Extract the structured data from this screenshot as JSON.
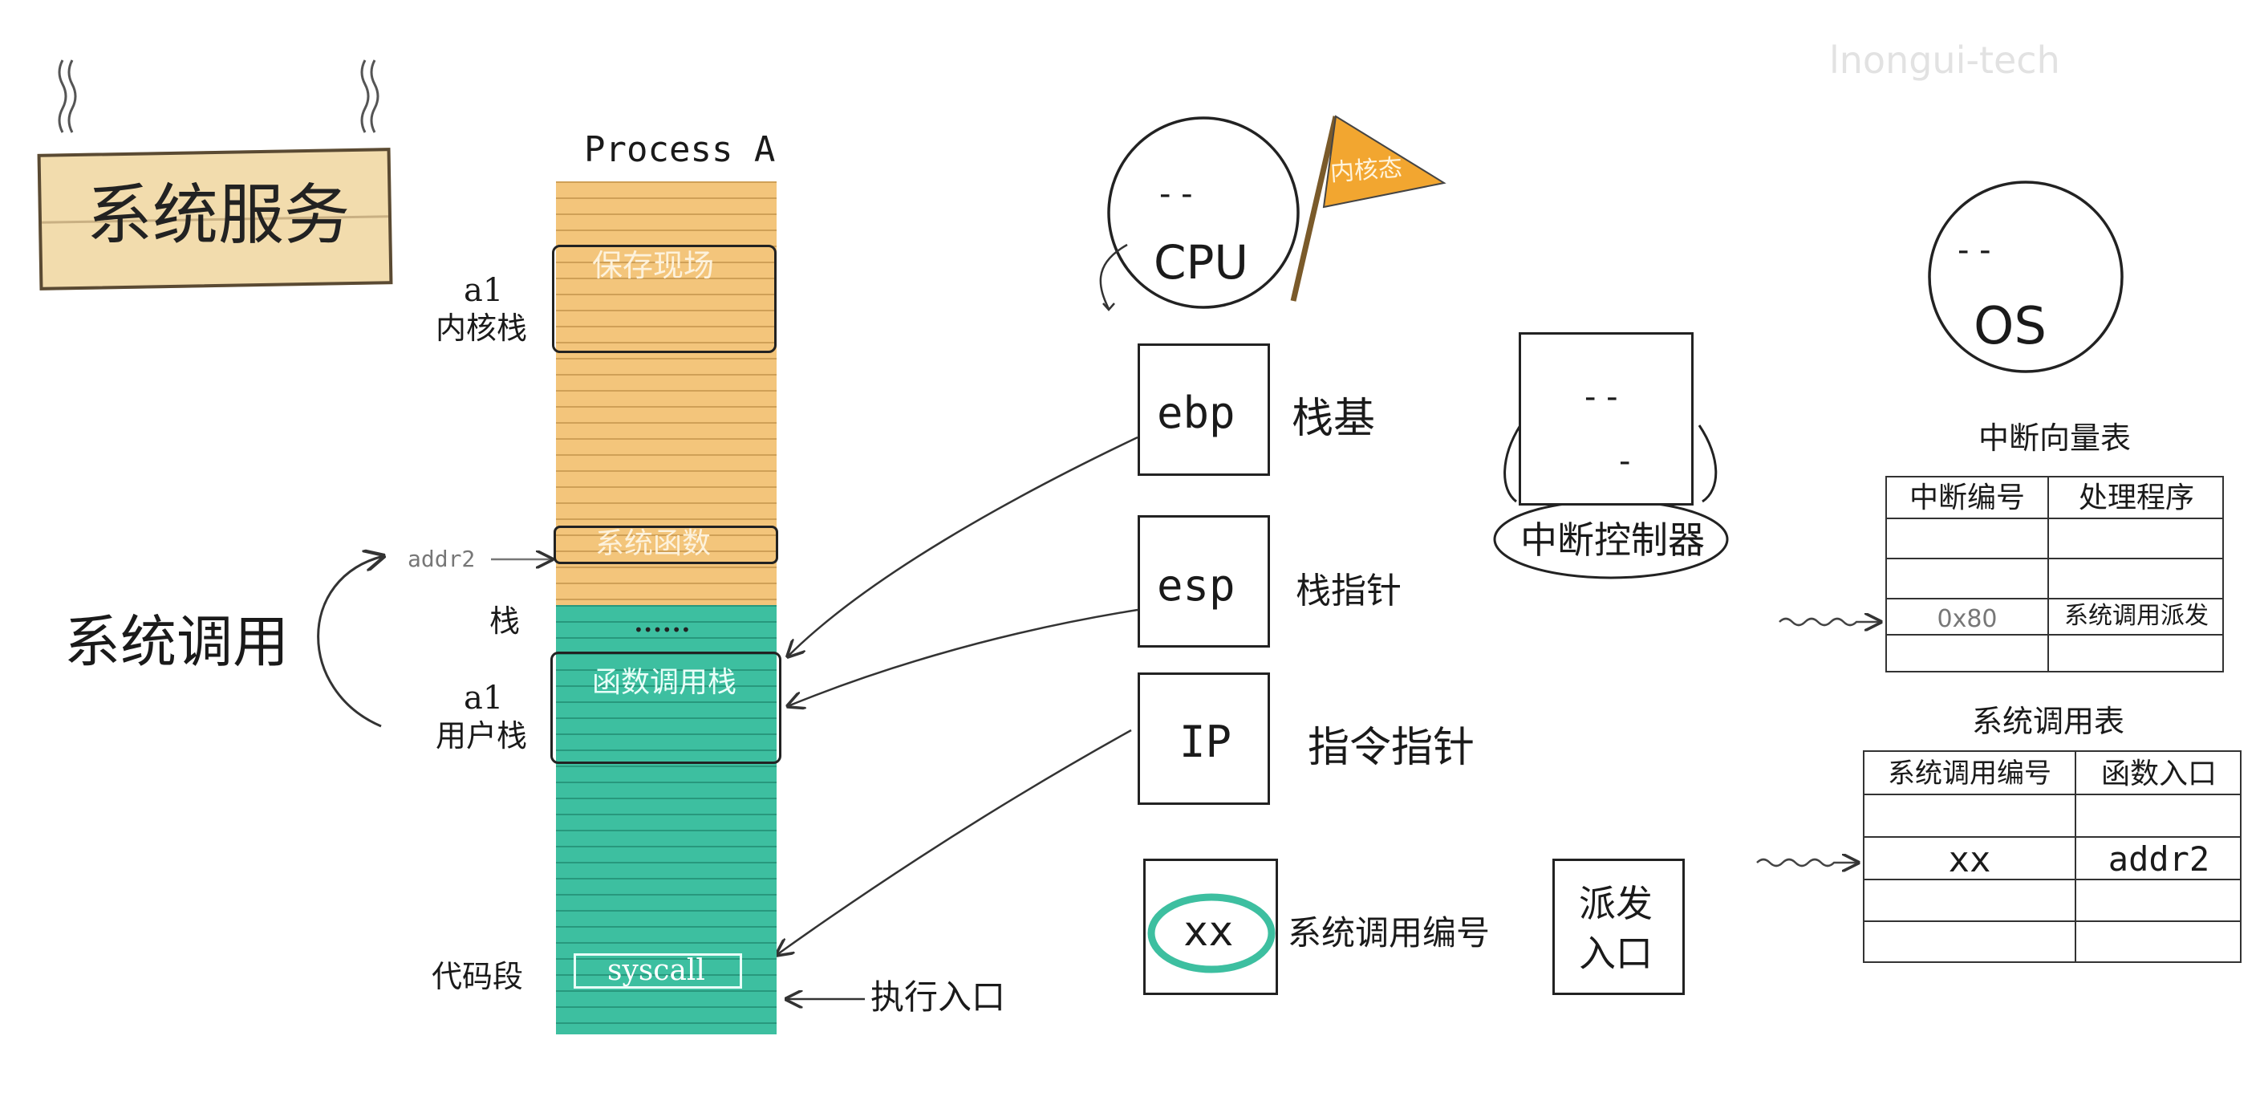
{
  "sign": {
    "label": "系统服务"
  },
  "watermark": {
    "text": "lnongui-tech"
  },
  "process": {
    "title": "Process A",
    "kernel_stack_label_1": "a1",
    "kernel_stack_label_2": "内核栈",
    "save_context": "保存现场",
    "addr_label": "addr2",
    "syscall_func": "系统函数",
    "stack_label": "栈",
    "dots": "••••••",
    "user_stack_label_1": "a1",
    "user_stack_label_2": "用户栈",
    "call_stack": "函数调用栈",
    "code_segment_label": "代码段",
    "syscall": "syscall",
    "entry_label": "执行入口"
  },
  "syscall_side_label": "系统调用",
  "cpu": {
    "label": "CPU",
    "face": "- -",
    "flag_label": "内核态",
    "flag_color": "#f2a630"
  },
  "registers": [
    {
      "name": "ebp",
      "desc": "栈基"
    },
    {
      "name": "esp",
      "desc": "栈指针"
    },
    {
      "name": "IP",
      "desc": "指令指针"
    },
    {
      "name": "xx",
      "desc": "系统调用编号"
    }
  ],
  "dispatch_box": {
    "line1": "派发",
    "line2": "入口"
  },
  "interrupt_controller": {
    "label": "中断控制器",
    "face": "- -",
    "mouth": "-"
  },
  "os": {
    "label": "OS",
    "face": "- -"
  },
  "ivt": {
    "title": "中断向量表",
    "headers": [
      "中断编号",
      "处理程序"
    ],
    "rows": [
      [
        "",
        ""
      ],
      [
        "",
        ""
      ],
      [
        "0x80",
        "系统调用派发"
      ],
      [
        "",
        ""
      ]
    ]
  },
  "sct": {
    "title": "系统调用表",
    "headers": [
      "系统调用编号",
      "函数入口"
    ],
    "rows": [
      [
        "",
        ""
      ],
      [
        "xx",
        "addr2"
      ],
      [
        "",
        ""
      ],
      [
        "",
        ""
      ]
    ]
  },
  "colors": {
    "kernel_stack": "#f3c57b",
    "user_stack": "#3dbfa0",
    "highlight": "#3dbfa0"
  }
}
